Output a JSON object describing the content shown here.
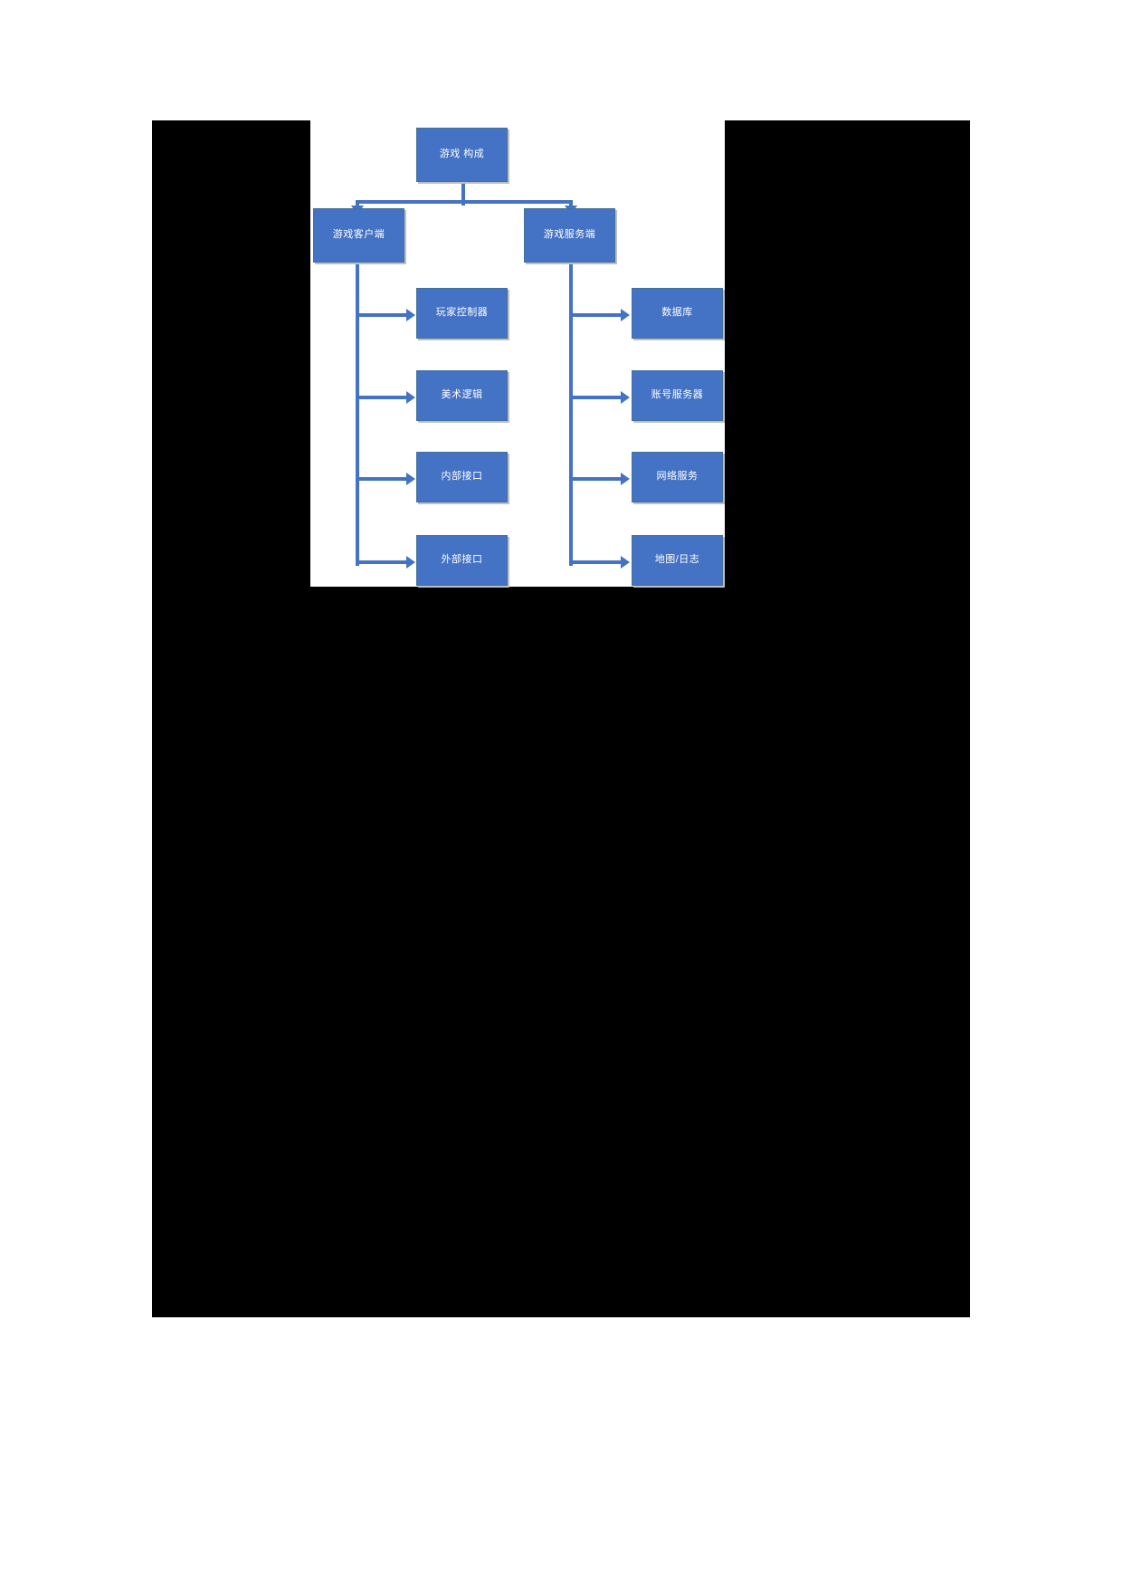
{
  "diagram": {
    "type": "tree-flowchart",
    "accent_color": "#4472C4",
    "node_text_color": "#FFFFFF",
    "canvas_background": "#FFFFFF",
    "page_background": "#000000",
    "root": {
      "label": "游戏 构成"
    },
    "branches": [
      {
        "label": "游戏客户端",
        "children": [
          {
            "label": "玩家控制器"
          },
          {
            "label": "美术逻辑"
          },
          {
            "label": "内部接口"
          },
          {
            "label": "外部接口"
          }
        ]
      },
      {
        "label": "游戏服务端",
        "children": [
          {
            "label": "数据库"
          },
          {
            "label": "账号服务器"
          },
          {
            "label": "网络服务"
          },
          {
            "label": "地图/日志"
          }
        ]
      }
    ]
  }
}
